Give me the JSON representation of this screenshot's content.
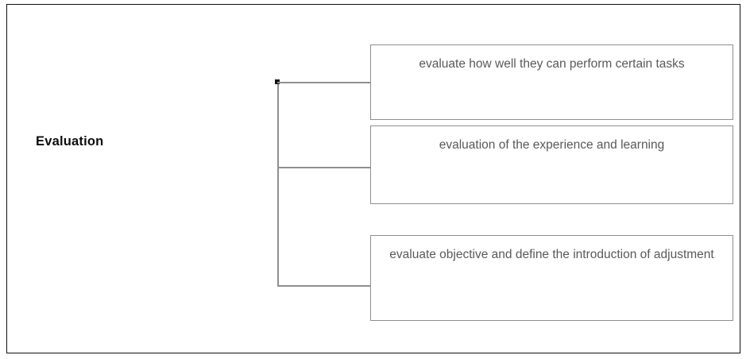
{
  "diagram": {
    "type": "tree-branch",
    "root": {
      "label": "Evaluation"
    },
    "connector": {
      "style": "orthogonal-bracket",
      "marker": "arrow-dot",
      "line_color": "#8f8f8f"
    },
    "nodes": [
      {
        "text": "evaluate how well they can perform certain tasks"
      },
      {
        "text": "evaluation of the experience and learning"
      },
      {
        "text": "evaluate objective and define the introduction of adjustment"
      }
    ]
  },
  "colors": {
    "frame": "#111111",
    "node_border": "#8f8f8f",
    "node_text": "#595959",
    "root_text": "#0d0d0d",
    "background": "#ffffff"
  }
}
